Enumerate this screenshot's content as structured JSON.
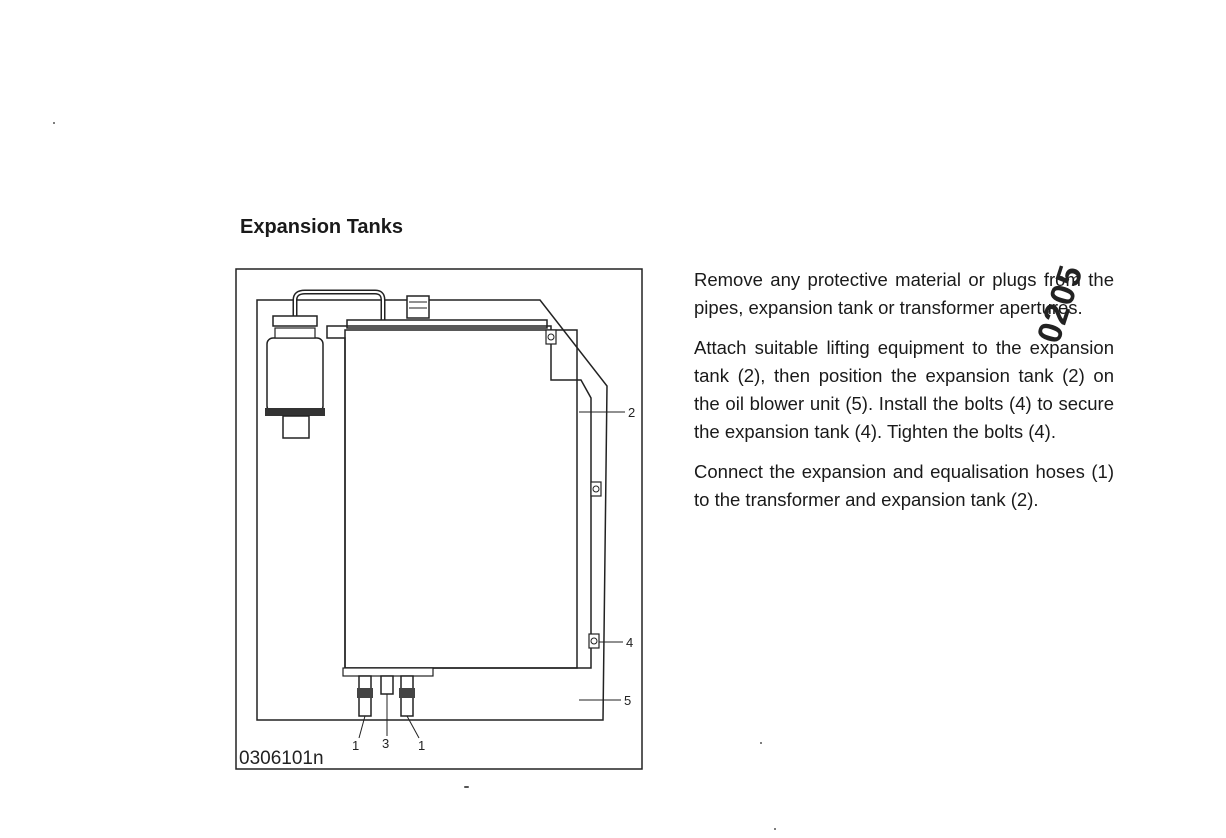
{
  "heading": "Expansion Tanks",
  "figure": {
    "id": "0306101n",
    "callouts": {
      "tank": "2",
      "bolt": "4",
      "blower": "5",
      "hose_left": "1",
      "center": "3",
      "hose_right": "1"
    }
  },
  "paragraphs": [
    "Remove any protective material or plugs from the pipes, expansion tank or transformer apertures.",
    "Attach suitable lifting equipment to the expansion tank (2), then position the expansion tank (2) on the oil blower unit (5). Install the bolts (4) to secure the expansion tank (4). Tighten the bolts (4).",
    "Connect the expansion and equalisation hoses (1) to the transformer and expansion tank (2)."
  ],
  "stamp": "0205"
}
